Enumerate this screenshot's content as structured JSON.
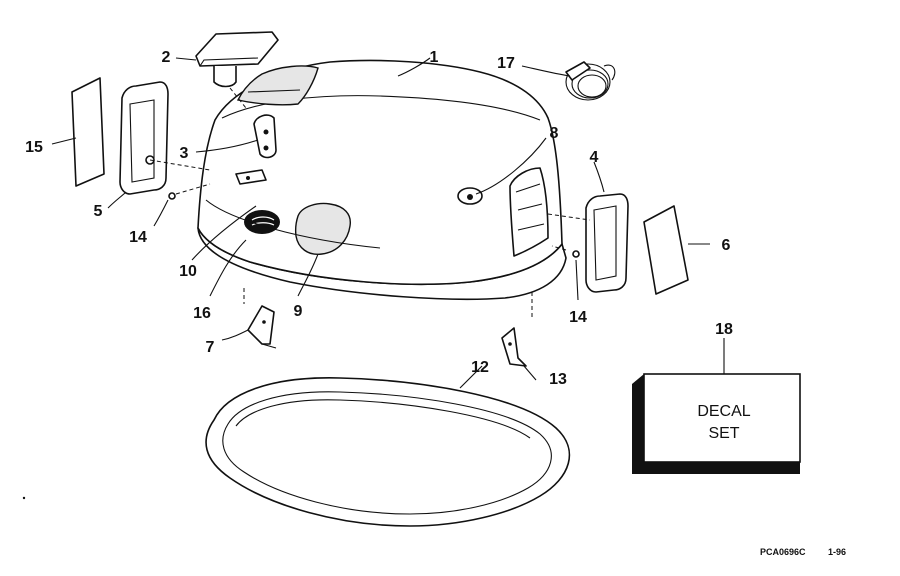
{
  "callouts": {
    "p1": "1",
    "p2": "2",
    "p3": "3",
    "p4": "4",
    "p5": "5",
    "p6": "6",
    "p7": "7",
    "p8": "8",
    "p9": "9",
    "p10": "10",
    "p12": "12",
    "p13": "13",
    "p14a": "14",
    "p14b": "14",
    "p15": "15",
    "p16": "16",
    "p17": "17",
    "p18": "18"
  },
  "decal_box": {
    "line1": "DECAL",
    "line2": "SET"
  },
  "footer": {
    "ref_code": "PCA0696C",
    "date_code": "1-96"
  }
}
